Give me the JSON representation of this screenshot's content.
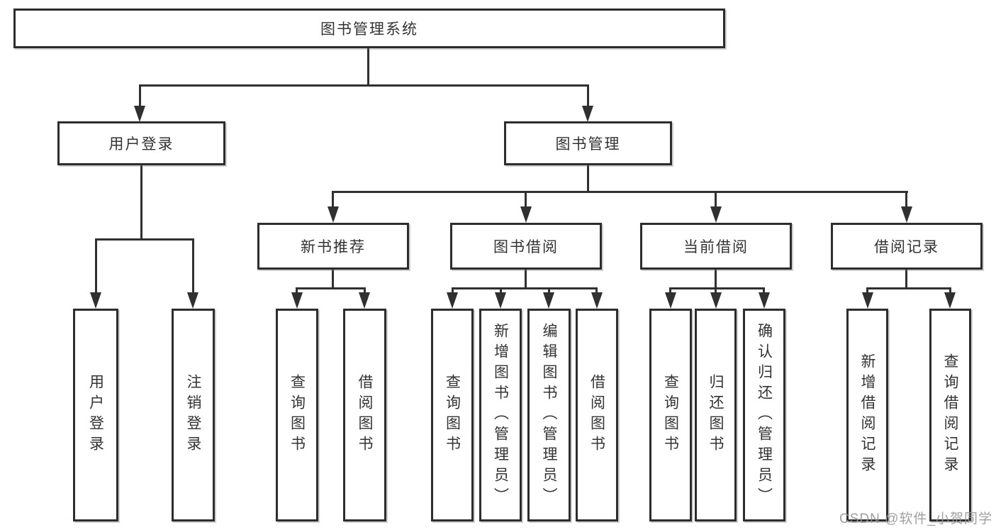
{
  "diagram": {
    "title_node": "图书管理系统",
    "colors": {
      "line": "#303030",
      "box_border": "#2d2d2d",
      "box_background": "#ffffff",
      "text": "#333333",
      "watermark": "#969696"
    },
    "user_branch": {
      "label": "用户登录",
      "children": [
        "用户登录",
        "注销登录"
      ]
    },
    "book_branch": {
      "label": "图书管理"
    },
    "groups": [
      {
        "label": "新书推荐",
        "children": [
          "查询图书",
          "借阅图书"
        ]
      },
      {
        "label": "图书借阅",
        "children": [
          "查询图书",
          "新增图书（管理员）",
          "编辑图书（管理员）",
          "借阅图书"
        ]
      },
      {
        "label": "当前借阅",
        "children": [
          "查询图书",
          "归还图书",
          "确认归还（管理员）"
        ]
      },
      {
        "label": "借阅记录",
        "children": [
          "新增借阅记录",
          "查询借阅记录"
        ]
      }
    ]
  },
  "watermark": {
    "text": "CSDN @软件_小贺同学"
  }
}
